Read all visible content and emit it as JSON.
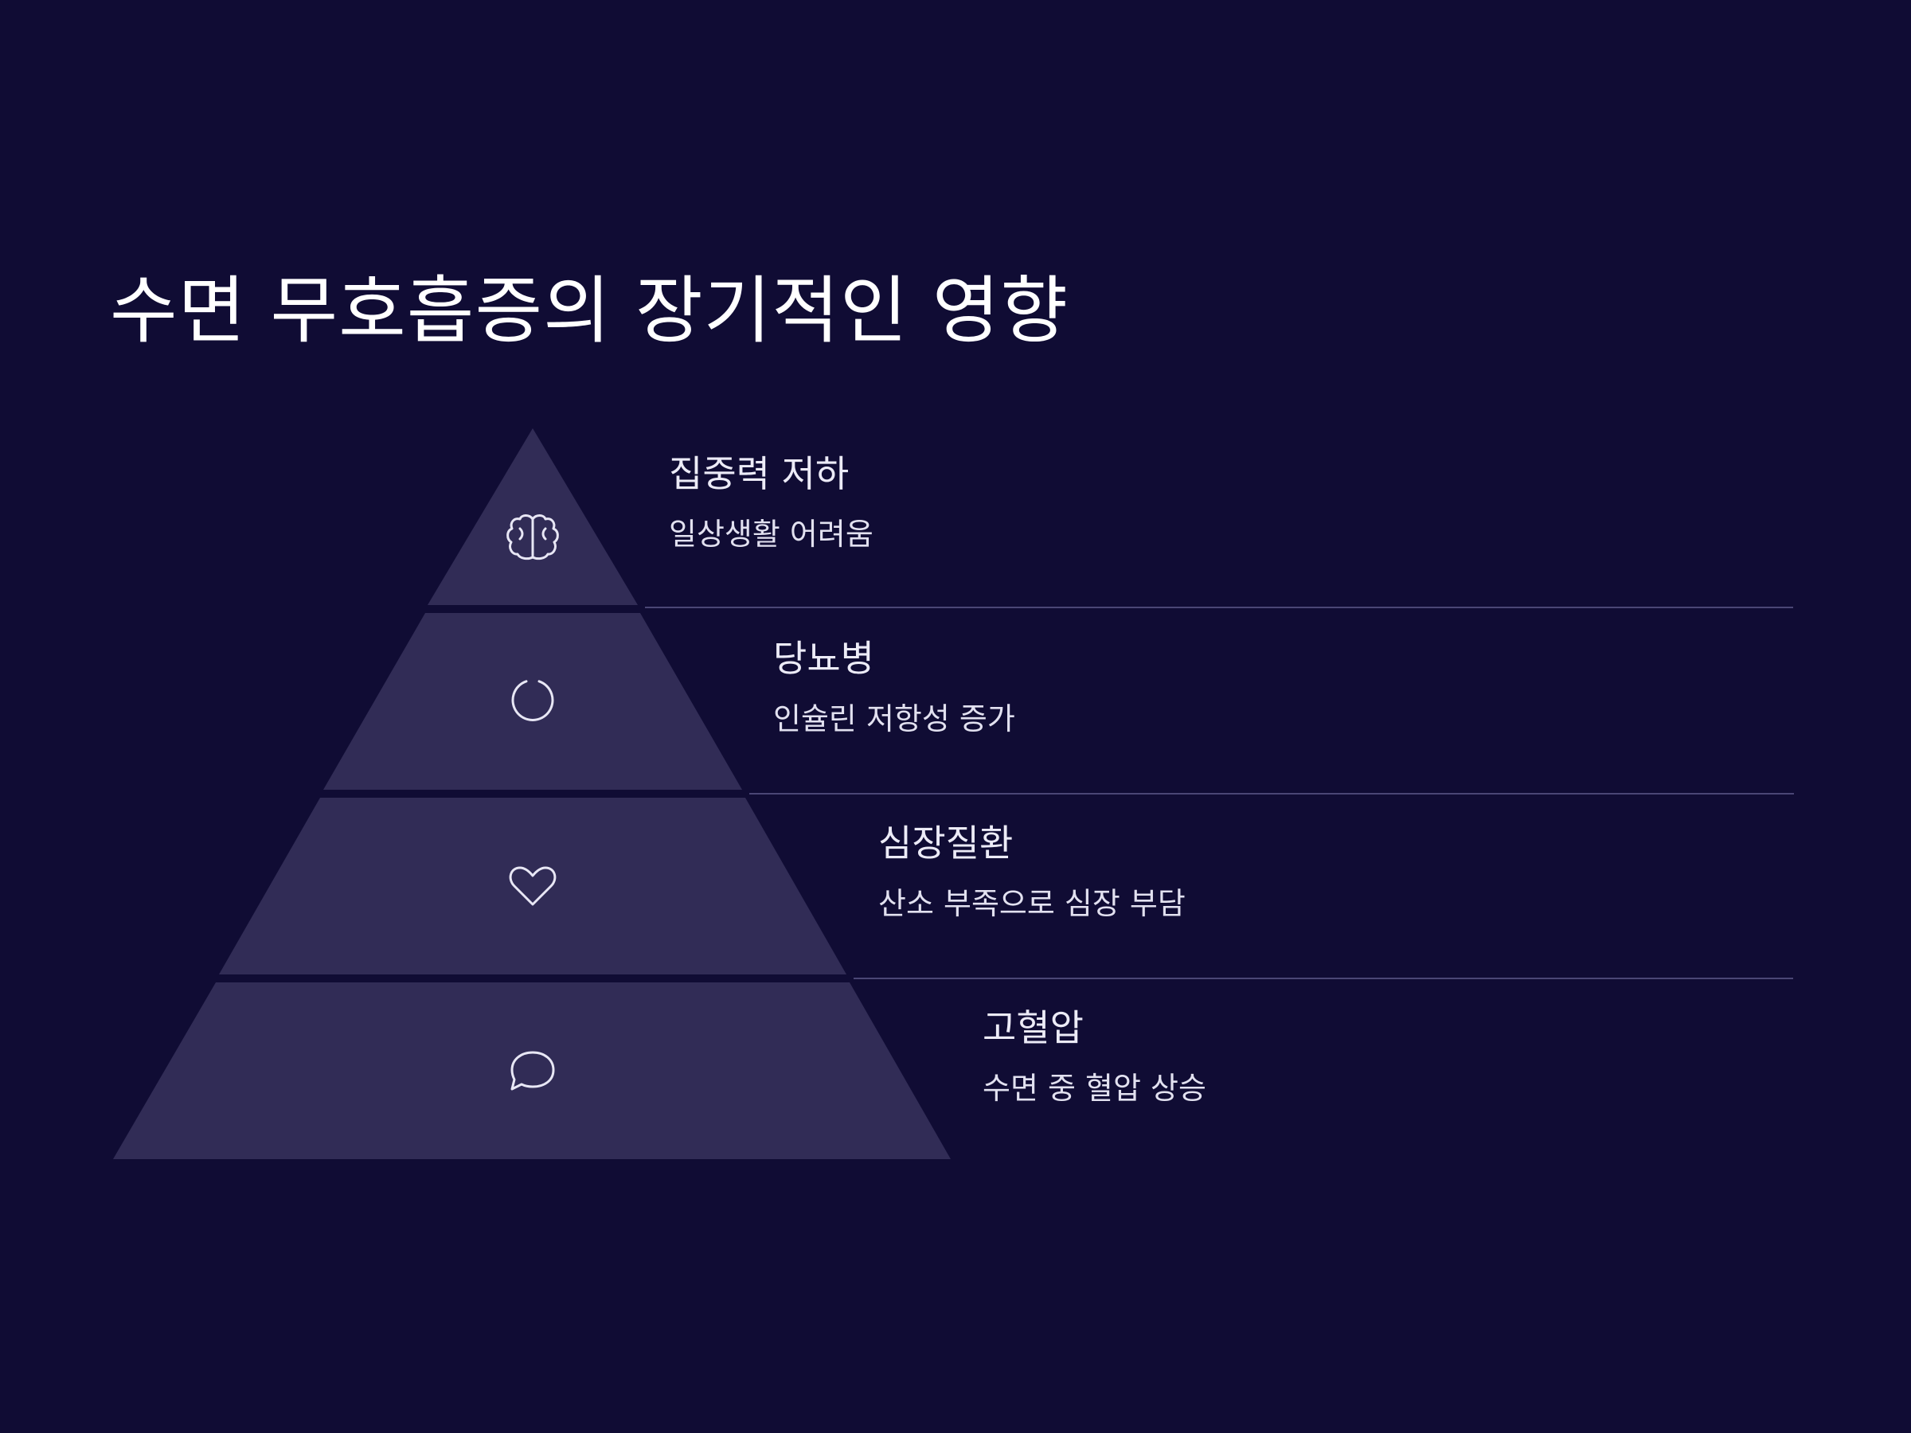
{
  "title": "수면 무호흡증의 장기적인 영향",
  "colors": {
    "background": "#100c34",
    "tier_fill": "#312c56",
    "icon_stroke": "#e8e7f5",
    "divider": "#4a4675"
  },
  "tiers": [
    {
      "title": "집중력 저하",
      "description": "일상생활 어려움",
      "icon": "brain-icon"
    },
    {
      "title": "당뇨병",
      "description": "인슐린 저항성 증가",
      "icon": "loading-circle-icon"
    },
    {
      "title": "심장질환",
      "description": "산소 부족으로 심장 부담",
      "icon": "heart-icon"
    },
    {
      "title": "고혈압",
      "description": "수면 중 혈압 상승",
      "icon": "speech-bubble-icon"
    }
  ]
}
